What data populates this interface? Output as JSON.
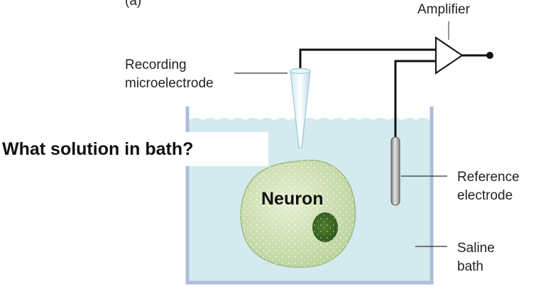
{
  "panel_label": "(a)",
  "labels": {
    "amplifier": "Amplifier",
    "recording_line1": "Recording",
    "recording_line2": "microelectrode",
    "reference_line1": "Reference",
    "reference_line2": "electrode",
    "saline_line1": "Saline",
    "saline_line2": "bath",
    "neuron": "Neuron"
  },
  "question": "What solution in bath?",
  "colors": {
    "water": "#d3ebee",
    "water_surface": "#e7f5f7",
    "tank_wall": "#aebdd9",
    "neuron_fill": "#d6e6bc",
    "nucleus": "#3f6a22",
    "wire": "#111111"
  }
}
